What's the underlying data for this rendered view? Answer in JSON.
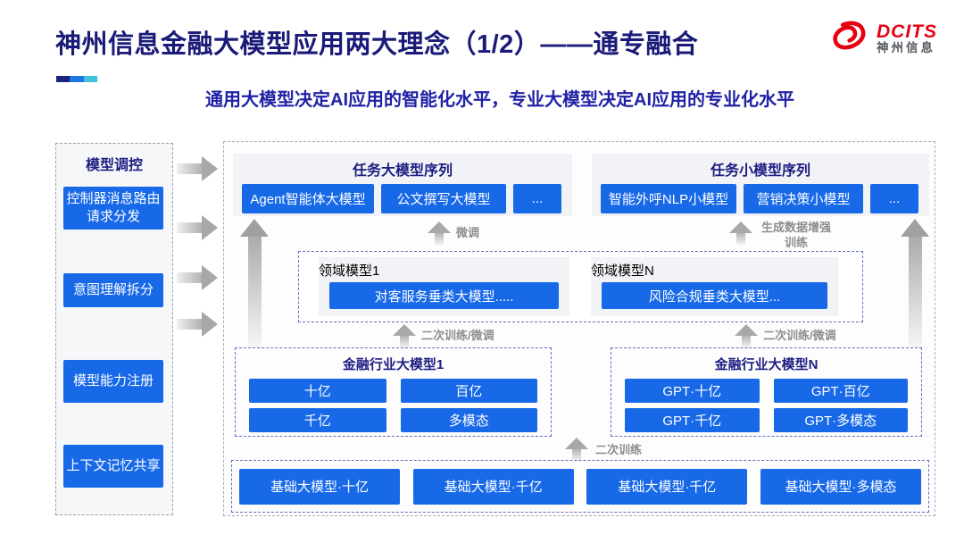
{
  "header": {
    "title": "神州信息金融大模型应用两大理念（1/2）——通专融合",
    "subtitle": "通用大模型决定AI应用的智能化水平，专业大模型决定AI应用的专业化水平",
    "logo": {
      "brand": "DCITS",
      "brand_cn": "神州信息"
    }
  },
  "sidebar": {
    "title": "模型调控",
    "items": [
      "控制器消息路由请求分发",
      "意图理解拆分",
      "模型能力注册",
      "上下文记忆共享"
    ]
  },
  "diagram": {
    "task_large_models": {
      "title": "任务大模型序列",
      "items": [
        "Agent智能体大模型",
        "公文撰写大模型",
        "..."
      ]
    },
    "task_small_models": {
      "title": "任务小模型序列",
      "items": [
        "智能外呼NLP小模型",
        "营销决策小模型",
        "..."
      ]
    },
    "labels": {
      "fine_tune": "微调",
      "gen_data_augment": "生成数据增强训练",
      "secondary_train_finetune_left": "二次训练/微调",
      "secondary_train_finetune_right": "二次训练/微调",
      "secondary_train": "二次训练"
    },
    "domain_models": [
      {
        "title": "领域模型1",
        "model": "对客服务垂类大模型....."
      },
      {
        "title": "领域模型N",
        "model": "风险合规垂类大模型..."
      }
    ],
    "industry_models": [
      {
        "title": "金融行业大模型1",
        "items": [
          "十亿",
          "百亿",
          "千亿",
          "多模态"
        ]
      },
      {
        "title": "金融行业大模型N",
        "items": [
          "GPT·十亿",
          "GPT·百亿",
          "GPT·千亿",
          "GPT·多模态"
        ]
      }
    ],
    "base_models": [
      "基础大模型·十亿",
      "基础大模型·千亿",
      "基础大模型·千亿",
      "基础大模型·多模态"
    ]
  },
  "colors": {
    "accent_blue": "#1769e8",
    "navy_heading": "#1d1d82",
    "title_navy": "#1a1a78",
    "subtitle_blue": "#2121a6",
    "logo_red": "#e60012",
    "arrow_gray": "#a8a8a8",
    "label_gray": "#8d8d8d"
  }
}
